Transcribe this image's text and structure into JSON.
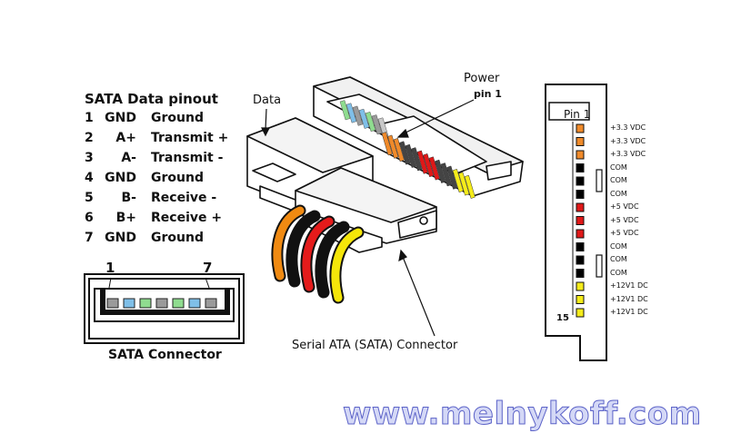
{
  "pinout": {
    "title": "SATA Data pinout",
    "rows": [
      {
        "num": "1",
        "signal": "GND",
        "desc": "Ground"
      },
      {
        "num": "2",
        "signal": "A+",
        "desc": "Transmit +"
      },
      {
        "num": "3",
        "signal": "A-",
        "desc": "Transmit -"
      },
      {
        "num": "4",
        "signal": "GND",
        "desc": "Ground"
      },
      {
        "num": "5",
        "signal": "B-",
        "desc": "Receive -"
      },
      {
        "num": "6",
        "signal": "B+",
        "desc": "Receive +"
      },
      {
        "num": "7",
        "signal": "GND",
        "desc": "Ground"
      }
    ]
  },
  "connector": {
    "label": "SATA Connector",
    "first_pin": "1",
    "last_pin": "7",
    "pin_colors": [
      "#9a9a9a",
      "#7fbfe8",
      "#8fdc8f",
      "#9a9a9a",
      "#8fdc8f",
      "#7fbfe8",
      "#9a9a9a"
    ]
  },
  "illustration": {
    "data_label": "Data",
    "power_label": "Power",
    "power_pin1_label": "pin 1",
    "caption": "Serial ATA (SATA) Connector",
    "wire_colors": [
      "#f08a12",
      "#111111",
      "#e41b1b",
      "#111111",
      "#f5e60a"
    ]
  },
  "power_pinout": {
    "pin1_label": "Pin 1",
    "pin15_label": "15",
    "pins": [
      {
        "label": "+3.3 VDC",
        "color": "#f08a2a"
      },
      {
        "label": "+3.3 VDC",
        "color": "#f08a2a"
      },
      {
        "label": "+3.3 VDC",
        "color": "#f08a2a"
      },
      {
        "label": "COM",
        "color": "#000000"
      },
      {
        "label": "COM",
        "color": "#000000"
      },
      {
        "label": "COM",
        "color": "#000000"
      },
      {
        "label": "+5 VDC",
        "color": "#e01818"
      },
      {
        "label": "+5 VDC",
        "color": "#e01818"
      },
      {
        "label": "+5 VDC",
        "color": "#e01818"
      },
      {
        "label": "COM",
        "color": "#000000"
      },
      {
        "label": "COM",
        "color": "#000000"
      },
      {
        "label": "COM",
        "color": "#000000"
      },
      {
        "label": "+12V1 DC",
        "color": "#f5ec1a"
      },
      {
        "label": "+12V1 DC",
        "color": "#f5ec1a"
      },
      {
        "label": "+12V1 DC",
        "color": "#f5ec1a"
      }
    ]
  },
  "watermark": "www.melnykoff.com"
}
